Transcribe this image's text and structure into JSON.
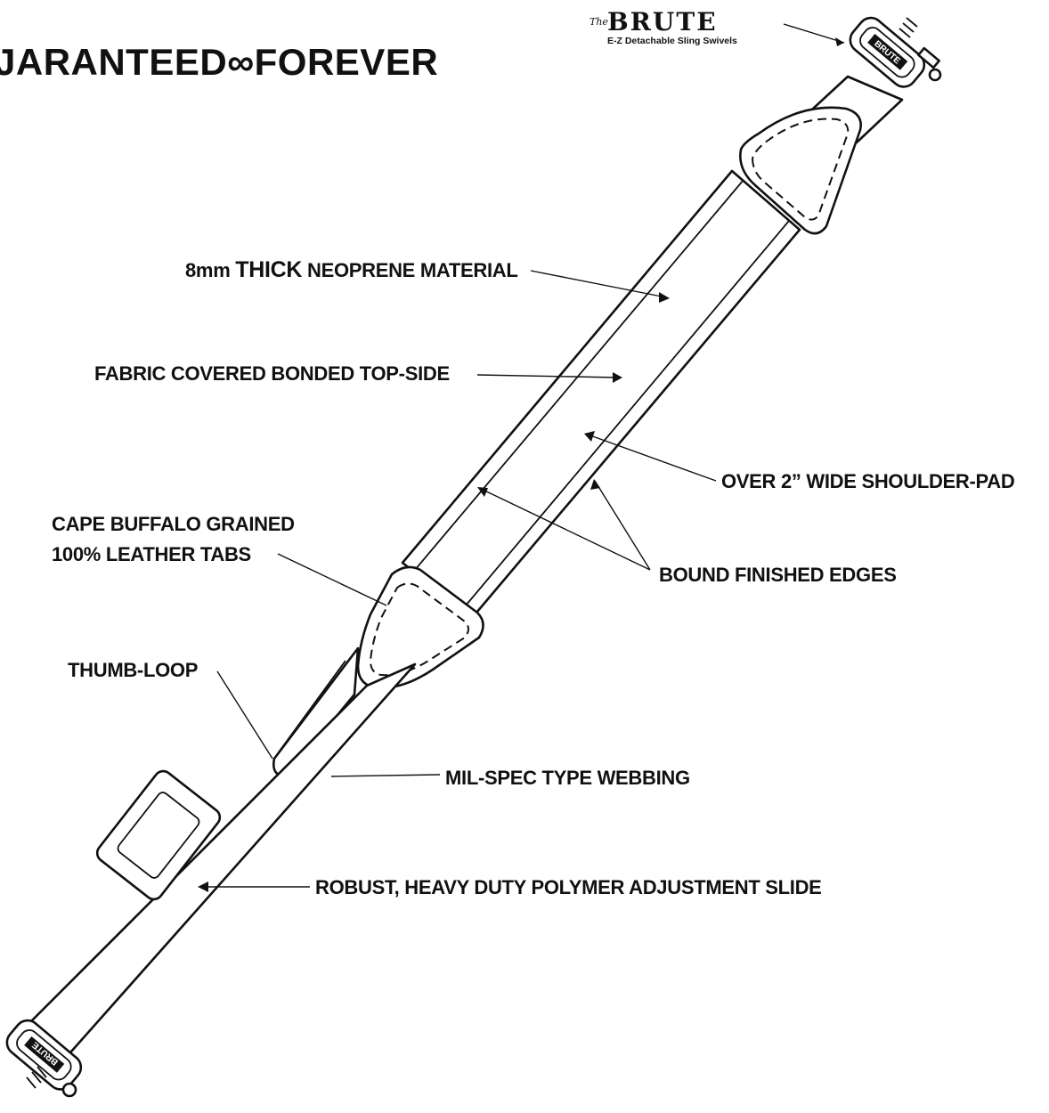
{
  "banner": "JARANTEED∞FOREVER",
  "brand": {
    "prefix": "The",
    "name": "BRUTE",
    "tagline": "E-Z Detachable Sling Swivels",
    "swivel_text": "BRUTE"
  },
  "labels": {
    "neoprene_size": "8mm",
    "neoprene_emphasis": "THICK",
    "neoprene_rest": "NEOPRENE MATERIAL",
    "fabric": "FABRIC COVERED BONDED TOP-SIDE",
    "shoulder_pad": "OVER 2” WIDE SHOULDER-PAD",
    "leather_line1": "CAPE BUFFALO GRAINED",
    "leather_line2": "100% LEATHER TABS",
    "edges": "BOUND FINISHED EDGES",
    "thumb_loop": "THUMB-LOOP",
    "webbing": "MIL-SPEC TYPE WEBBING",
    "slide": "ROBUST, HEAVY DUTY POLYMER ADJUSTMENT SLIDE"
  },
  "colors": {
    "ink": "#111111",
    "paper": "#ffffff"
  }
}
